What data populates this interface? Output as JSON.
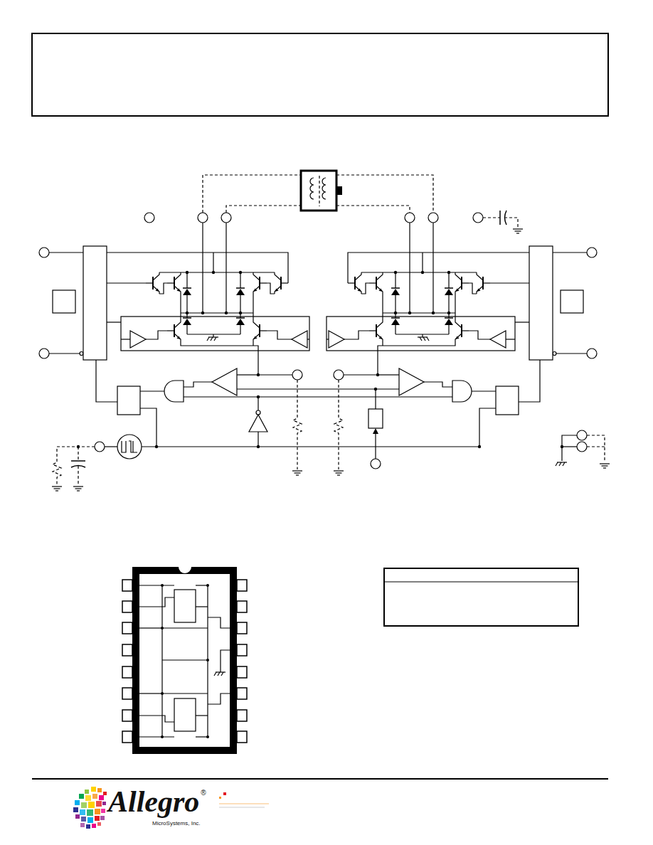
{
  "diagram": {
    "labels": [
      "Allegro",
      "®",
      "MicroSystems, Inc."
    ]
  }
}
